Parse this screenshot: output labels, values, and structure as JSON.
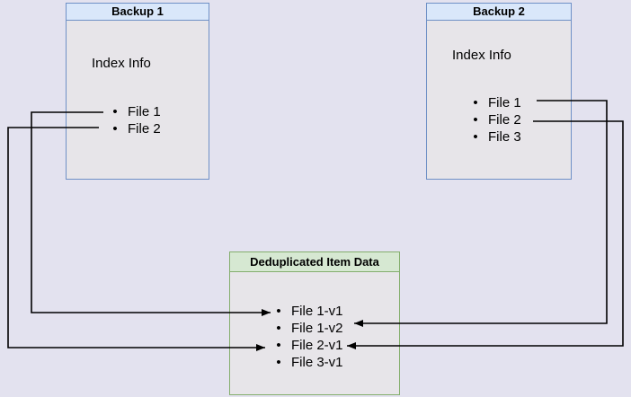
{
  "colors": {
    "background": "#e3e2ef",
    "box-fill": "#e7e5e9",
    "blue-border": "#6f90c6",
    "blue-header-fill": "#d9e7fa",
    "green-border": "#84ae6d",
    "green-header-fill": "#d6e8d2",
    "arrow": "#000000",
    "text": "#000000"
  },
  "backup1": {
    "title": "Backup 1",
    "subtitle": "Index Info",
    "items": [
      "File 1",
      "File 2"
    ]
  },
  "backup2": {
    "title": "Backup 2",
    "subtitle": "Index Info",
    "items": [
      "File 1",
      "File 2",
      "File 3"
    ]
  },
  "dedup": {
    "title": "Deduplicated Item Data",
    "items": [
      "File 1-v1",
      "File 1-v2",
      "File 2-v1",
      "File 3-v1"
    ]
  },
  "connections": [
    {
      "from": "Backup 1 / File 1",
      "to": "File 1-v1"
    },
    {
      "from": "Backup 1 / File 2",
      "to": "File 2-v1"
    },
    {
      "from": "Backup 2 / File 1",
      "to": "File 1-v2"
    },
    {
      "from": "Backup 2 / File 2",
      "to": "File 2-v1"
    }
  ]
}
